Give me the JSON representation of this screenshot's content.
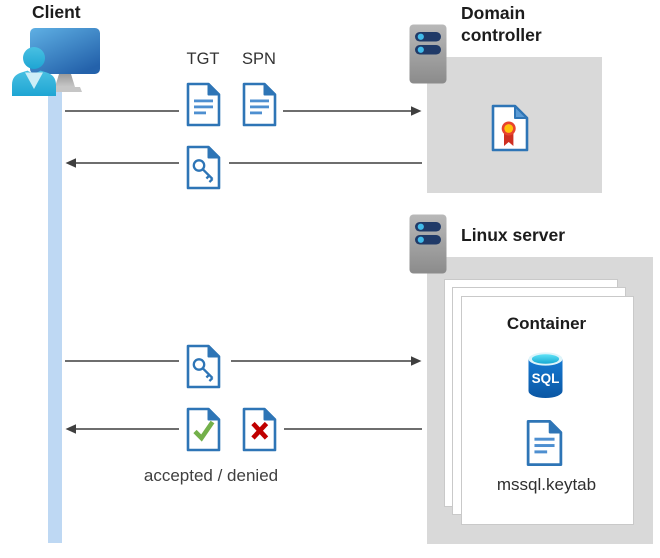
{
  "diagram": {
    "title_hint": "Kerberos authentication flow between client, domain controller and SQL Server container",
    "client": {
      "label": "Client"
    },
    "domain_controller": {
      "label": "Domain controller"
    },
    "linux_server": {
      "label": "Linux server"
    },
    "container": {
      "label": "Container",
      "sql_badge": "SQL",
      "keytab_label": "mssql.keytab"
    },
    "flows": {
      "tgt_label": "TGT",
      "spn_label": "SPN",
      "accepted_denied_label": "accepted / denied"
    },
    "icons": [
      "client-user-workstation-icon",
      "server-icon",
      "certificate-document-icon",
      "tgt-document-icon",
      "spn-document-icon",
      "key-ticket-document-icon",
      "accepted-check-document-icon",
      "denied-x-document-icon",
      "sql-database-icon",
      "keytab-document-icon"
    ],
    "colors": {
      "doc_border_blue": "#2e75b6",
      "doc_line_blue": "#4e8fd0",
      "lifeline_blue": "#bed8f3",
      "machine_box_gray": "#d9d9d9",
      "arrow_gray": "#3f3f3f",
      "server_pill_navy": "#203a68",
      "server_dot_cyan": "#41bbea",
      "monitor_blue_top": "#5bacе3",
      "monitor_blue_bottom": "#2565ad",
      "person_cyan": "#2fb2da",
      "sql_body_blue": "#0f6cbe",
      "sql_top_cyan": "#2fd1ee",
      "check_green": "#73b04a",
      "deny_red": "#c00000",
      "cert_ring_red": "#e8432c",
      "cert_center_yellow": "#ffc10a"
    }
  }
}
